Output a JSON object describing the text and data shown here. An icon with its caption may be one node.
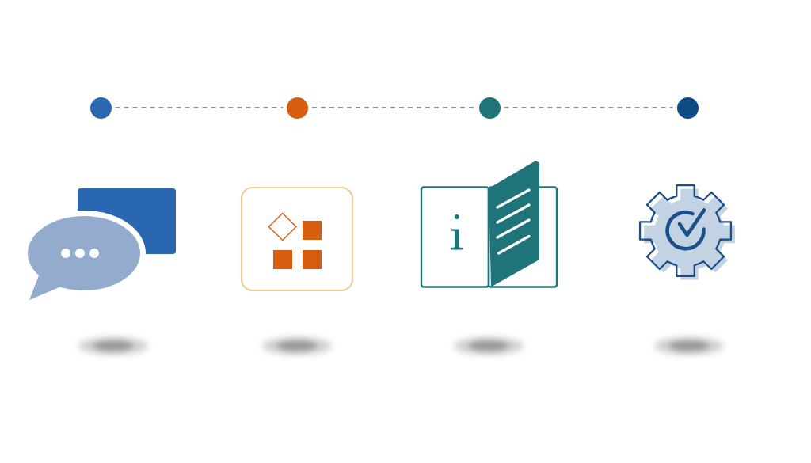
{
  "diagram": {
    "nodes": [
      {
        "text": [],
        "shape": "circle"
      },
      {
        "text": [],
        "shape": "circle"
      },
      {
        "text": [],
        "shape": "circle"
      },
      {
        "text": [],
        "shape": "circle"
      }
    ],
    "edges": [
      {
        "from": 0,
        "to": 1,
        "arrow": "none",
        "style": "dashed"
      },
      {
        "from": 1,
        "to": 2,
        "arrow": "none",
        "style": "dashed"
      },
      {
        "from": 2,
        "to": 3,
        "arrow": "none",
        "style": "dashed"
      }
    ]
  }
}
